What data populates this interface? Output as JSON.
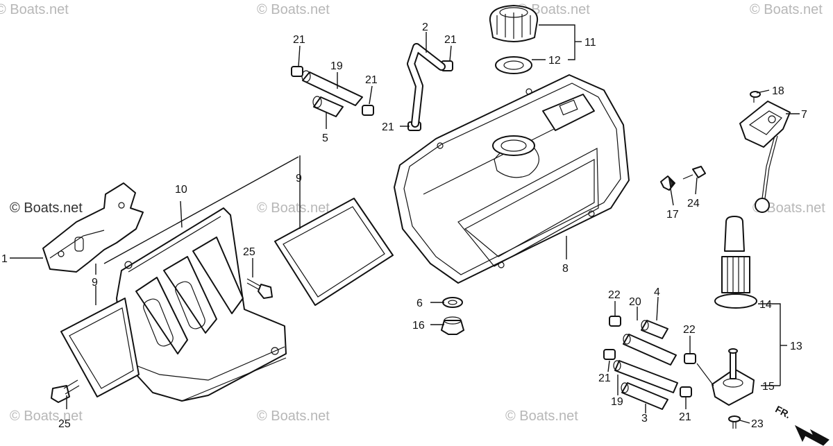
{
  "watermark": "© Boats.net",
  "orientation_mark": "FR.",
  "callouts": [
    {
      "id": "c1",
      "text": "1"
    },
    {
      "id": "c2",
      "text": "2"
    },
    {
      "id": "c3",
      "text": "3"
    },
    {
      "id": "c4",
      "text": "4"
    },
    {
      "id": "c5",
      "text": "5"
    },
    {
      "id": "c6",
      "text": "6"
    },
    {
      "id": "c7",
      "text": "7"
    },
    {
      "id": "c8",
      "text": "8"
    },
    {
      "id": "c9a",
      "text": "9"
    },
    {
      "id": "c9b",
      "text": "9"
    },
    {
      "id": "c10",
      "text": "10"
    },
    {
      "id": "c11",
      "text": "11"
    },
    {
      "id": "c12",
      "text": "12"
    },
    {
      "id": "c13",
      "text": "13"
    },
    {
      "id": "c14",
      "text": "14"
    },
    {
      "id": "c15",
      "text": "15"
    },
    {
      "id": "c16",
      "text": "16"
    },
    {
      "id": "c17",
      "text": "17"
    },
    {
      "id": "c18",
      "text": "18"
    },
    {
      "id": "c19a",
      "text": "19"
    },
    {
      "id": "c19b",
      "text": "19"
    },
    {
      "id": "c20",
      "text": "20"
    },
    {
      "id": "c21a",
      "text": "21"
    },
    {
      "id": "c21b",
      "text": "21"
    },
    {
      "id": "c21c",
      "text": "21"
    },
    {
      "id": "c21d",
      "text": "21"
    },
    {
      "id": "c21e",
      "text": "21"
    },
    {
      "id": "c21f",
      "text": "21"
    },
    {
      "id": "c22a",
      "text": "22"
    },
    {
      "id": "c22b",
      "text": "22"
    },
    {
      "id": "c23",
      "text": "23"
    },
    {
      "id": "c24",
      "text": "24"
    },
    {
      "id": "c25a",
      "text": "25"
    },
    {
      "id": "c25b",
      "text": "25"
    }
  ]
}
